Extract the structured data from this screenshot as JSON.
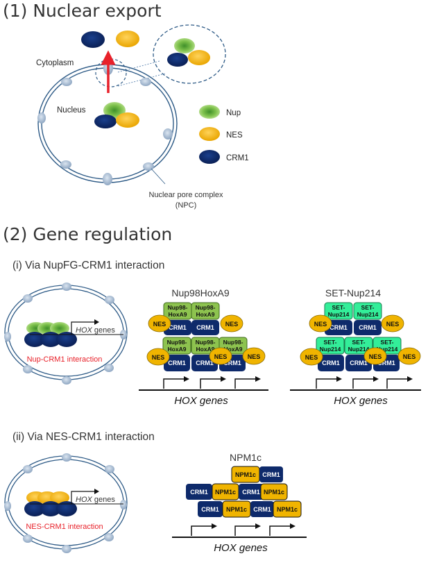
{
  "section1": {
    "title": "(1) Nuclear export",
    "cytoplasm": "Cytoplasm",
    "nucleus": "Nucleus",
    "npc_line1": "Nuclear pore complex",
    "npc_line2": "(NPC)"
  },
  "legend": {
    "nup": "Nup",
    "nes": "NES",
    "crm1": "CRM1"
  },
  "section2": {
    "title": "(2) Gene regulation",
    "sub1": "(i) Via NupFG-CRM1 interaction",
    "sub2": "(ii) Via NES-CRM1 interaction",
    "hox_gene_prefix": "HOX",
    "hox_gene_suffix": " genes",
    "nup_crm1_interaction": "Nup-CRM1 interaction",
    "nes_crm1_interaction": "NES-CRM1 interaction"
  },
  "complexes": {
    "nup98": {
      "title": "Nup98HoxA9",
      "fusion_line1": "Nup98-",
      "fusion_line2": "HoxA9",
      "crm1": "CRM1",
      "nes": "NES",
      "genes": "HOX genes"
    },
    "set": {
      "title": "SET-Nup214",
      "fusion_line1": "SET-",
      "fusion_line2": "Nup214",
      "crm1": "CRM1",
      "nes": "NES",
      "genes": "HOX genes"
    },
    "npm": {
      "title": "NPM1c",
      "npm": "NPM1c",
      "crm1": "CRM1",
      "genes": "HOX genes"
    }
  },
  "colors": {
    "nup_green": "#7cc04a",
    "fusion_green": "#8dc34f",
    "set_teal": "#33ee99",
    "nes_yellow": "#f0b400",
    "crm1_navy": "#0e2a6b",
    "arrow_red": "#e8212a",
    "membrane": "#2d5a86",
    "pore": "#a9bcd3"
  }
}
